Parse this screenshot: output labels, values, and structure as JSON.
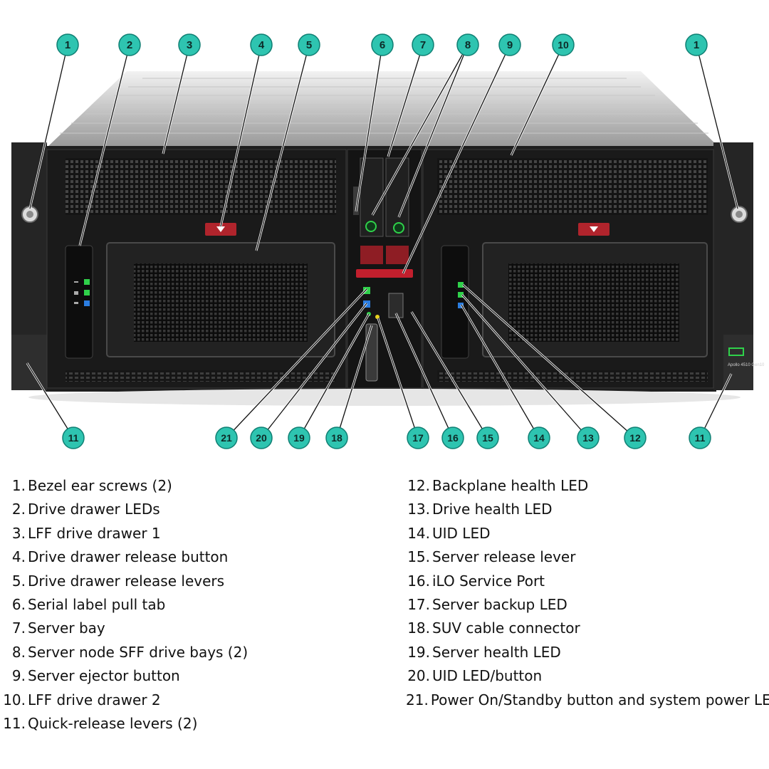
{
  "callouts": [
    {
      "n": "1"
    },
    {
      "n": "2"
    },
    {
      "n": "3"
    },
    {
      "n": "4"
    },
    {
      "n": "5"
    },
    {
      "n": "6"
    },
    {
      "n": "7"
    },
    {
      "n": "8"
    },
    {
      "n": "9"
    },
    {
      "n": "10"
    },
    {
      "n": "1"
    },
    {
      "n": "11"
    },
    {
      "n": "21"
    },
    {
      "n": "20"
    },
    {
      "n": "19"
    },
    {
      "n": "18"
    },
    {
      "n": "17"
    },
    {
      "n": "16"
    },
    {
      "n": "15"
    },
    {
      "n": "14"
    },
    {
      "n": "13"
    },
    {
      "n": "12"
    },
    {
      "n": "11"
    }
  ],
  "legend_left": [
    {
      "num": "1.",
      "text": "Bezel ear screws (2)"
    },
    {
      "num": "2.",
      "text": "Drive drawer LEDs"
    },
    {
      "num": "3.",
      "text": "LFF drive drawer 1"
    },
    {
      "num": "4.",
      "text": "Drive drawer release button"
    },
    {
      "num": "5.",
      "text": "Drive drawer release levers"
    },
    {
      "num": "6.",
      "text": "Serial label pull tab"
    },
    {
      "num": "7.",
      "text": "Server bay"
    },
    {
      "num": "8.",
      "text": "Server node SFF drive bays (2)"
    },
    {
      "num": "9.",
      "text": "Server ejector button"
    },
    {
      "num": "10.",
      "text": "LFF drive drawer 2"
    },
    {
      "num": "11.",
      "text": "Quick-release levers (2)"
    }
  ],
  "legend_right": [
    {
      "num": "12.",
      "text": "Backplane health LED"
    },
    {
      "num": "13.",
      "text": "Drive health LED"
    },
    {
      "num": "14.",
      "text": "UID LED"
    },
    {
      "num": "15.",
      "text": "Server release lever"
    },
    {
      "num": "16.",
      "text": "iLO Service Port"
    },
    {
      "num": "17.",
      "text": "Server backup LED"
    },
    {
      "num": "18.",
      "text": "SUV cable connector"
    },
    {
      "num": "19.",
      "text": "Server health LED"
    },
    {
      "num": "20.",
      "text": "UID LED/button"
    },
    {
      "num": "21.",
      "text": "Power On/Standby button and system power LED"
    }
  ],
  "colors": {
    "callout_fill": "#2ec4b0",
    "callout_stroke": "#0f7f73",
    "chassis": "#1d1d1d",
    "chassis_top": "#d9d9d9",
    "led_green": "#2fd14a",
    "led_blue": "#2b7de0",
    "release_red": "#b0242c"
  },
  "logo_text": "Apollo 4510 Gen10"
}
